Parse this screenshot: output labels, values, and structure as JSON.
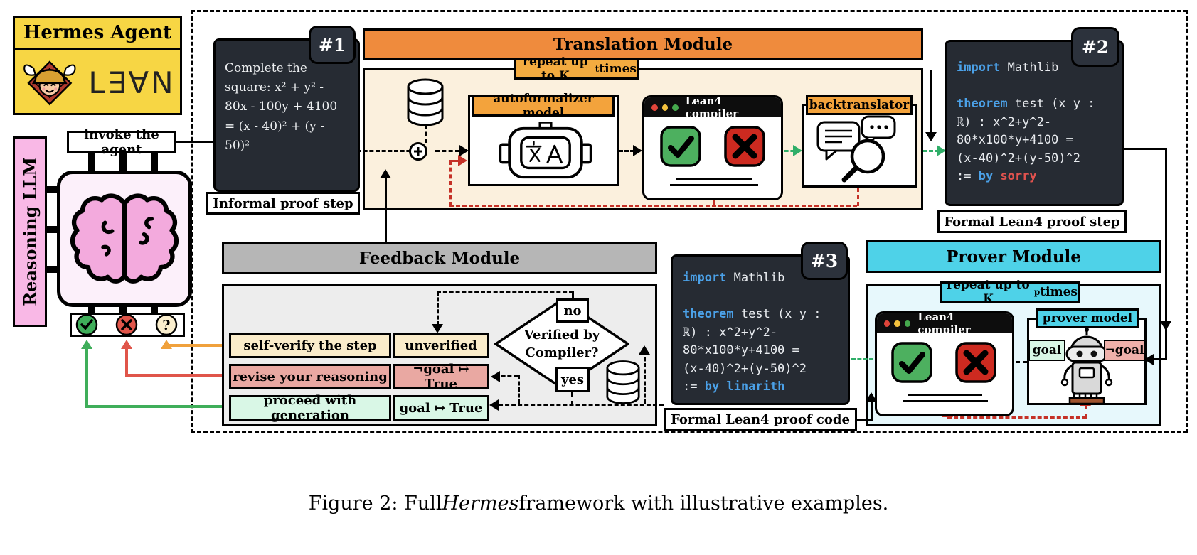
{
  "colors": {
    "agent_yellow": "#f7d644",
    "llm_pink": "#f9b8e6",
    "brain_pink": "#f3aadd",
    "module_orange": "#ef8b3d",
    "badge_orange": "#f3a93c",
    "module_cream": "#fbf0dd",
    "module_gray": "#b6b6b6",
    "module_gray_bg": "#ededed",
    "module_cyan": "#4ed2e8",
    "module_cyan_bg": "#e7f8fc",
    "code_bg": "#262b33",
    "keyword_blue": "#4ba1e8",
    "error_red": "#e0524e",
    "success_green": "#4db05f",
    "fail_red": "#cd2a20",
    "row_cream": "#faecca",
    "row_pink": "#e9a8a2",
    "row_mint": "#d9f7e6",
    "loop_red": "#c53127",
    "flow_green": "#2fae68"
  },
  "hermes": {
    "title": "Hermes Agent",
    "lean_logo": "L∃∀N"
  },
  "llm": {
    "label": "Reasoning LLM",
    "invoke": "invoke the agent"
  },
  "status_icons": {
    "check": "✓",
    "cross": "✗",
    "question": "?"
  },
  "step1": {
    "badge": "#1",
    "text": "Complete the square: x² + y² - 80x - 100y + 4100 = (x - 40)² + (y - 50)²",
    "label": "Informal proof step"
  },
  "translation": {
    "title": "Translation Module",
    "repeat_prefix": "repeat up to K",
    "repeat_sub": "t",
    "repeat_suffix": " times",
    "autoformalizer": "autoformalizer model",
    "compiler": "Lean4 compiler",
    "backtranslator": "backtranslator"
  },
  "step2": {
    "badge": "#2",
    "label": "Formal Lean4 proof step",
    "code": [
      [
        [
          "kw",
          "import"
        ],
        [
          "pl",
          " Mathlib"
        ]
      ],
      [],
      [
        [
          "kw",
          "theorem"
        ],
        [
          "pl",
          " test (x y :"
        ]
      ],
      [
        [
          "pl",
          "ℝ) : x^2+y^2-"
        ]
      ],
      [
        [
          "pl",
          "80*x100*y+4100 ="
        ]
      ],
      [
        [
          "pl",
          "(x-40)^2+(y-50)^2"
        ]
      ],
      [
        [
          "pl",
          ":= "
        ],
        [
          "kw",
          "by"
        ],
        [
          "err",
          " sorry"
        ]
      ]
    ]
  },
  "feedback": {
    "title": "Feedback Module",
    "rows": [
      {
        "action": "self-verify the step",
        "result": "unverified"
      },
      {
        "action": "revise your reasoning",
        "result": "¬goal ↦ True"
      },
      {
        "action": "proceed with generation",
        "result": "goal ↦ True"
      }
    ],
    "diamond_line1": "Verified by",
    "diamond_line2": "Compiler?",
    "no": "no",
    "yes": "yes"
  },
  "step3": {
    "badge": "#3",
    "label": "Formal Lean4 proof code",
    "code": [
      [
        [
          "kw",
          "import"
        ],
        [
          "pl",
          " Mathlib"
        ]
      ],
      [],
      [
        [
          "kw",
          "theorem"
        ],
        [
          "pl",
          " test (x y :"
        ]
      ],
      [
        [
          "pl",
          "ℝ) : x^2+y^2-"
        ]
      ],
      [
        [
          "pl",
          "80*x100*y+4100 ="
        ]
      ],
      [
        [
          "pl",
          "(x-40)^2+(y-50)^2"
        ]
      ],
      [
        [
          "pl",
          ":= "
        ],
        [
          "kw",
          "by"
        ],
        [
          "kw",
          " linarith"
        ]
      ]
    ]
  },
  "prover": {
    "title": "Prover Module",
    "repeat_prefix": "repeat up to K",
    "repeat_sub": "p",
    "repeat_suffix": " times",
    "compiler": "Lean4 compiler",
    "model": "prover model",
    "goal": "goal",
    "not_goal": "¬goal"
  },
  "caption": {
    "prefix": "Figure 2: Full ",
    "italic": "Hermes",
    "suffix": " framework with illustrative examples."
  }
}
